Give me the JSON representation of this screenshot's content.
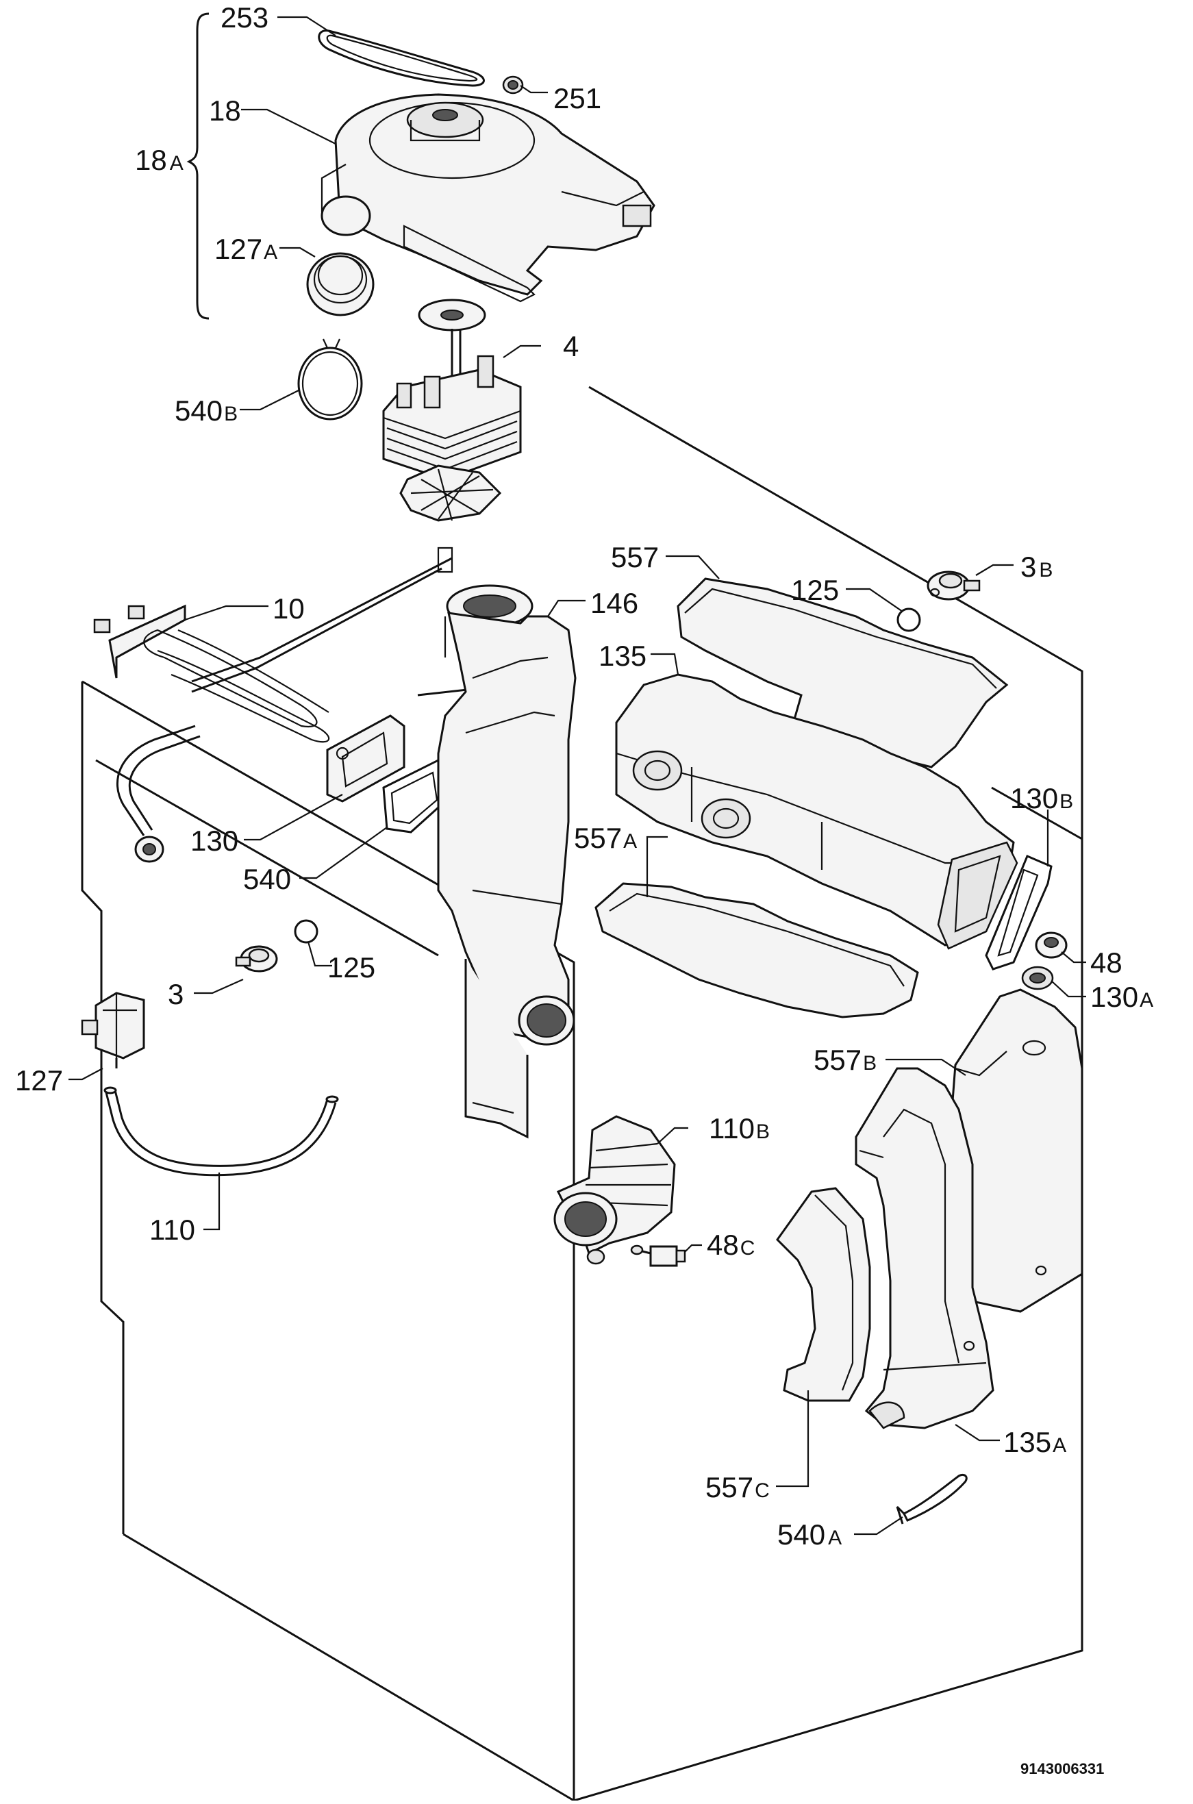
{
  "diagram": {
    "document_number": "9143006331",
    "labels": {
      "l253": {
        "text": "253",
        "suffix": ""
      },
      "l251": {
        "text": "251",
        "suffix": ""
      },
      "l18": {
        "text": "18",
        "suffix": ""
      },
      "l18a": {
        "text": "18",
        "suffix": "A"
      },
      "l127a": {
        "text": "127",
        "suffix": "A"
      },
      "l4": {
        "text": "4",
        "suffix": ""
      },
      "l540b": {
        "text": "540",
        "suffix": "B"
      },
      "l557": {
        "text": "557",
        "suffix": ""
      },
      "l125t": {
        "text": "125",
        "suffix": ""
      },
      "l3b": {
        "text": "3",
        "suffix": "B"
      },
      "l10": {
        "text": "10",
        "suffix": ""
      },
      "l146": {
        "text": "146",
        "suffix": ""
      },
      "l135": {
        "text": "135",
        "suffix": ""
      },
      "l130b": {
        "text": "130",
        "suffix": "B"
      },
      "l130": {
        "text": "130",
        "suffix": ""
      },
      "l557a": {
        "text": "557",
        "suffix": "A"
      },
      "l540": {
        "text": "540",
        "suffix": ""
      },
      "l48": {
        "text": "48",
        "suffix": ""
      },
      "l130a": {
        "text": "130",
        "suffix": "A"
      },
      "l125b": {
        "text": "125",
        "suffix": ""
      },
      "l3": {
        "text": "3",
        "suffix": ""
      },
      "l127": {
        "text": "127",
        "suffix": ""
      },
      "l557b": {
        "text": "557",
        "suffix": "B"
      },
      "l110b": {
        "text": "110",
        "suffix": "B"
      },
      "l110": {
        "text": "110",
        "suffix": ""
      },
      "l48c": {
        "text": "48",
        "suffix": "C"
      },
      "l135a": {
        "text": "135",
        "suffix": "A"
      },
      "l557c": {
        "text": "557",
        "suffix": "C"
      },
      "l540a": {
        "text": "540",
        "suffix": "A"
      }
    }
  }
}
